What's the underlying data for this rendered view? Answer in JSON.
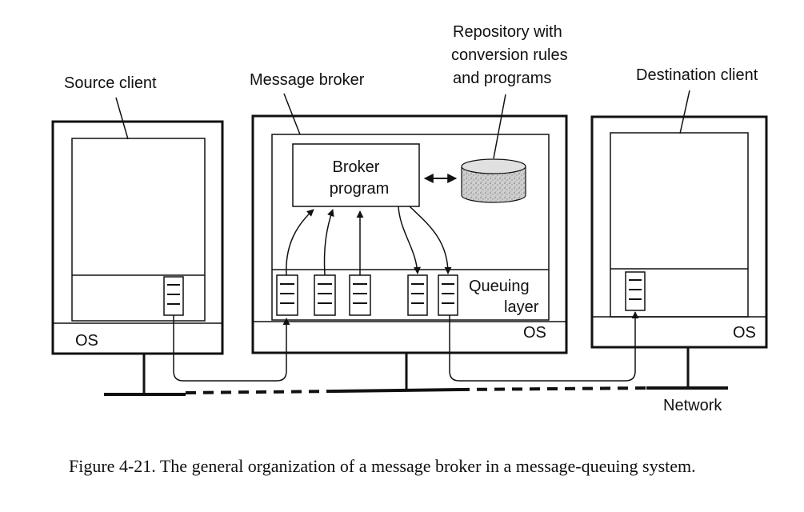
{
  "labels": {
    "source_client": "Source client",
    "message_broker": "Message broker",
    "repository_line1": "Repository with",
    "repository_line2": "conversion rules",
    "repository_line3": "and programs",
    "destination_client": "Destination client",
    "broker_program_line1": "Broker",
    "broker_program_line2": "program",
    "queuing_layer_line1": "Queuing",
    "queuing_layer_line2": "layer",
    "os": "OS",
    "network": "Network"
  },
  "caption": "Figure 4-21. The general organization of a message broker in a message-queuing system."
}
